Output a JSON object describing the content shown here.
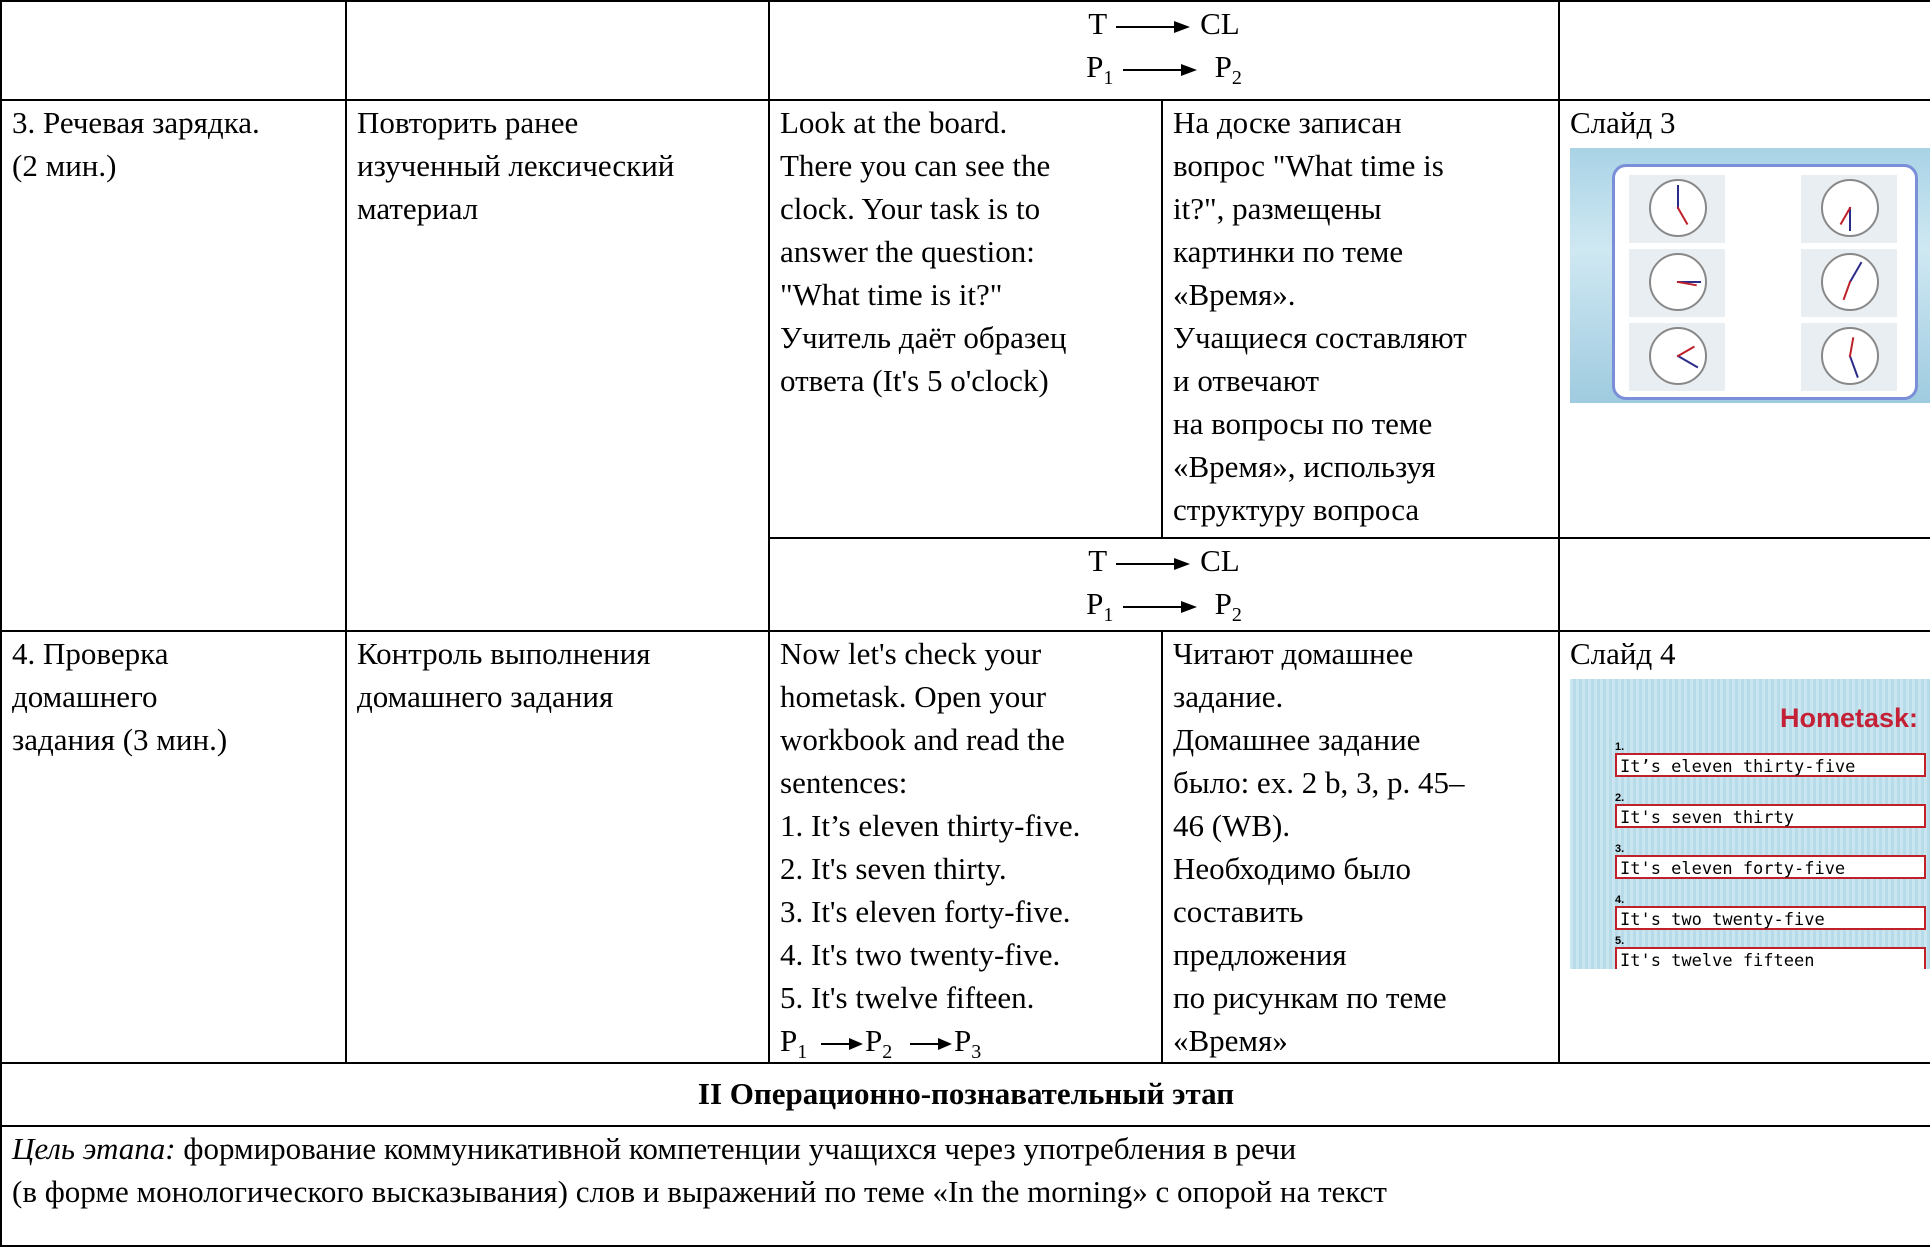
{
  "flow_top": {
    "t": "T",
    "cl": "CL",
    "p": "P",
    "p1_sub": "1",
    "p2_sub": "2"
  },
  "row3": {
    "stage": [
      "3. Речевая зарядка.",
      "(2 мин.)"
    ],
    "goal": [
      "Повторить ранее",
      "изученный лексический",
      "материал"
    ],
    "teacher": [
      "Look at the board.",
      "There you can see the",
      "clock. Your task is to",
      "answer the question:",
      "\"What time is it?\"",
      "Учитель даёт образец",
      "ответа (It's 5 o'clock)"
    ],
    "students": [
      "На доске записан",
      "вопрос \"What time is",
      "it?\", размещены",
      "картинки по теме",
      "«Время».",
      "Учащиеся составляют",
      "и отвечают",
      "на вопросы по теме",
      "«Время», используя",
      "структуру вопроса"
    ],
    "slide_label": "Слайд 3"
  },
  "flow_mid": {
    "t": "T",
    "cl": "CL",
    "p": "P",
    "p1_sub": "1",
    "p2_sub": "2"
  },
  "row4": {
    "stage": [
      "4. Проверка",
      "домашнего",
      "задания (3 мин.)"
    ],
    "goal": [
      "Контроль выполнения",
      "домашнего задания"
    ],
    "teacher": [
      "Now let's check your",
      "hometask. Open your",
      "workbook and read the",
      "sentences:",
      "1. It’s eleven thirty-five.",
      "2. It's seven thirty.",
      "3. It's eleven forty-five.",
      "4. It's two twenty-five.",
      "5. It's twelve fifteen."
    ],
    "teacher_flow": {
      "p": "P",
      "s1": "1",
      "s2": "2",
      "s3": "3"
    },
    "students": [
      "Читают домашнее",
      "задание.",
      "Домашнее задание",
      "было: ex. 2 b, 3, p. 45–",
      "46 (WB).",
      "Необходимо было",
      "составить",
      "предложения",
      "по рисункам по теме",
      "«Время»"
    ],
    "slide_label": "Слайд 4",
    "slide": {
      "title": "Hometask:",
      "items": [
        {
          "num": "1.",
          "text": "It’s eleven thirty-five"
        },
        {
          "num": "2.",
          "text": "It's seven thirty"
        },
        {
          "num": "3.",
          "text": "It's eleven forty-five"
        },
        {
          "num": "4.",
          "text": "It's two twenty-five"
        },
        {
          "num": "5.",
          "text": "It's twelve fifteen"
        }
      ]
    }
  },
  "stage2": {
    "title": "II Операционно-познавательный этап",
    "goal_label": "Цель этапа:",
    "goal_line1": " формирование коммуникативной компетенции учащихся через употребления в речи",
    "goal_line2": "(в форме монологического высказывания) слов и выражений по теме «In the morning» с опорой на текст"
  }
}
